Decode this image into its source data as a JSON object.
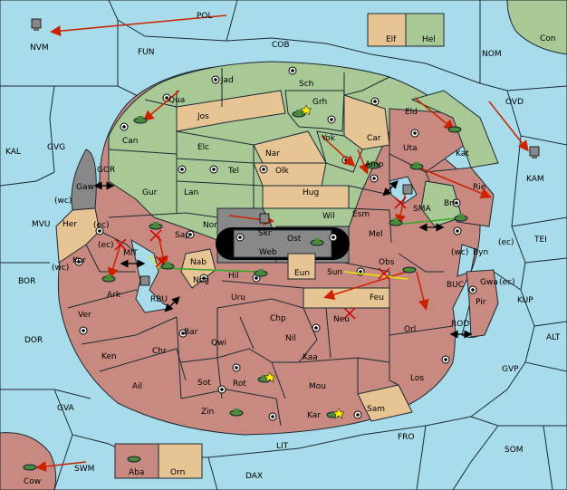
{
  "colors": {
    "sea": "#a8dcea",
    "green_power": "#a8c896",
    "neutral": "#e6c494",
    "red_power": "#c88a80",
    "impassable": "#888888",
    "move_arrow": "#cc2200",
    "support_green": "#33aa22",
    "support_yellow": "#e8e800"
  },
  "regions": {
    "POL": "POL",
    "NVM": "NVM",
    "FUN": "FUN",
    "COB": "COB",
    "Elf": "Elf",
    "Hel": "Hel",
    "Con": "Con",
    "NOM": "NOM",
    "OVD": "OVD",
    "KAL": "KAL",
    "GVG": "GVG",
    "GOR": "GOR",
    "Gaw": "Gaw",
    "wc1": "(wc)",
    "Her": "Her",
    "ec1": "(ec)",
    "MVU": "MVU",
    "ec2": "(ec)",
    "MIT": "MIT",
    "Kor": "Kor",
    "wc2": "(wc)",
    "BOR": "BOR",
    "Ark": "Ark",
    "RBU": "RBU",
    "Ver": "Ver",
    "DOR": "DOR",
    "Ken": "Ken",
    "Chr": "Chr",
    "Ail": "Ail",
    "GVA": "GVA",
    "SWM": "SWM",
    "Cow": "Cow",
    "Jad": "Jad",
    "Sch": "Sch",
    "Qua": "Qua",
    "Jos": "Jos",
    "Grh": "Grh",
    "Eld": "Eld",
    "Can": "Can",
    "Yok": "Yok",
    "Car": "Car",
    "Uta": "Uta",
    "Kat": "Kat",
    "KAM": "KAM",
    "Elc": "Elc",
    "Nar": "Nar",
    "Amp": "Amp",
    "Tel": "Tel",
    "Olk": "Olk",
    "Gur": "Gur",
    "Lan": "Lan",
    "Hug": "Hug",
    "SMA": "SMA",
    "Rie": "Rie",
    "Bri": "Bri",
    "Esm": "Esm",
    "Wil": "Wil",
    "Nor": "Nor",
    "Skr": "Skr",
    "Ost": "Ost",
    "Sap": "Sap",
    "Web": "Web",
    "Mel": "Mel",
    "wc3": "(wc)",
    "Byn": "Byn",
    "ec3": "(ec)",
    "TEI": "TEI",
    "Nab": "Nab",
    "Eun": "Eun",
    "Obs": "Obs",
    "Sun": "Sun",
    "Nog": "Nog",
    "Hil": "Hil",
    "BUC": "BUC",
    "Gwa": "Gwa",
    "ec4": "(ec)",
    "Pir": "Pir",
    "KUP": "KUP",
    "Uru": "Uru",
    "Feu": "Feu",
    "Chp": "Chp",
    "Neu": "Neu",
    "Orl": "Orl",
    "ROD": "ROD",
    "ALT": "ALT",
    "Bar": "Bar",
    "Qwi": "Qwi",
    "Nil": "Nil",
    "Kaa": "Kaa",
    "GVP": "GVP",
    "Sot": "Sot",
    "Rot": "Rot",
    "Mou": "Mou",
    "Los": "Los",
    "Zin": "Zin",
    "Kar": "Kar",
    "Sam": "Sam",
    "FRO": "FRO",
    "SOM": "SOM",
    "LIT": "LIT",
    "Aba": "Aba",
    "Orn": "Orn",
    "DAX": "DAX"
  }
}
